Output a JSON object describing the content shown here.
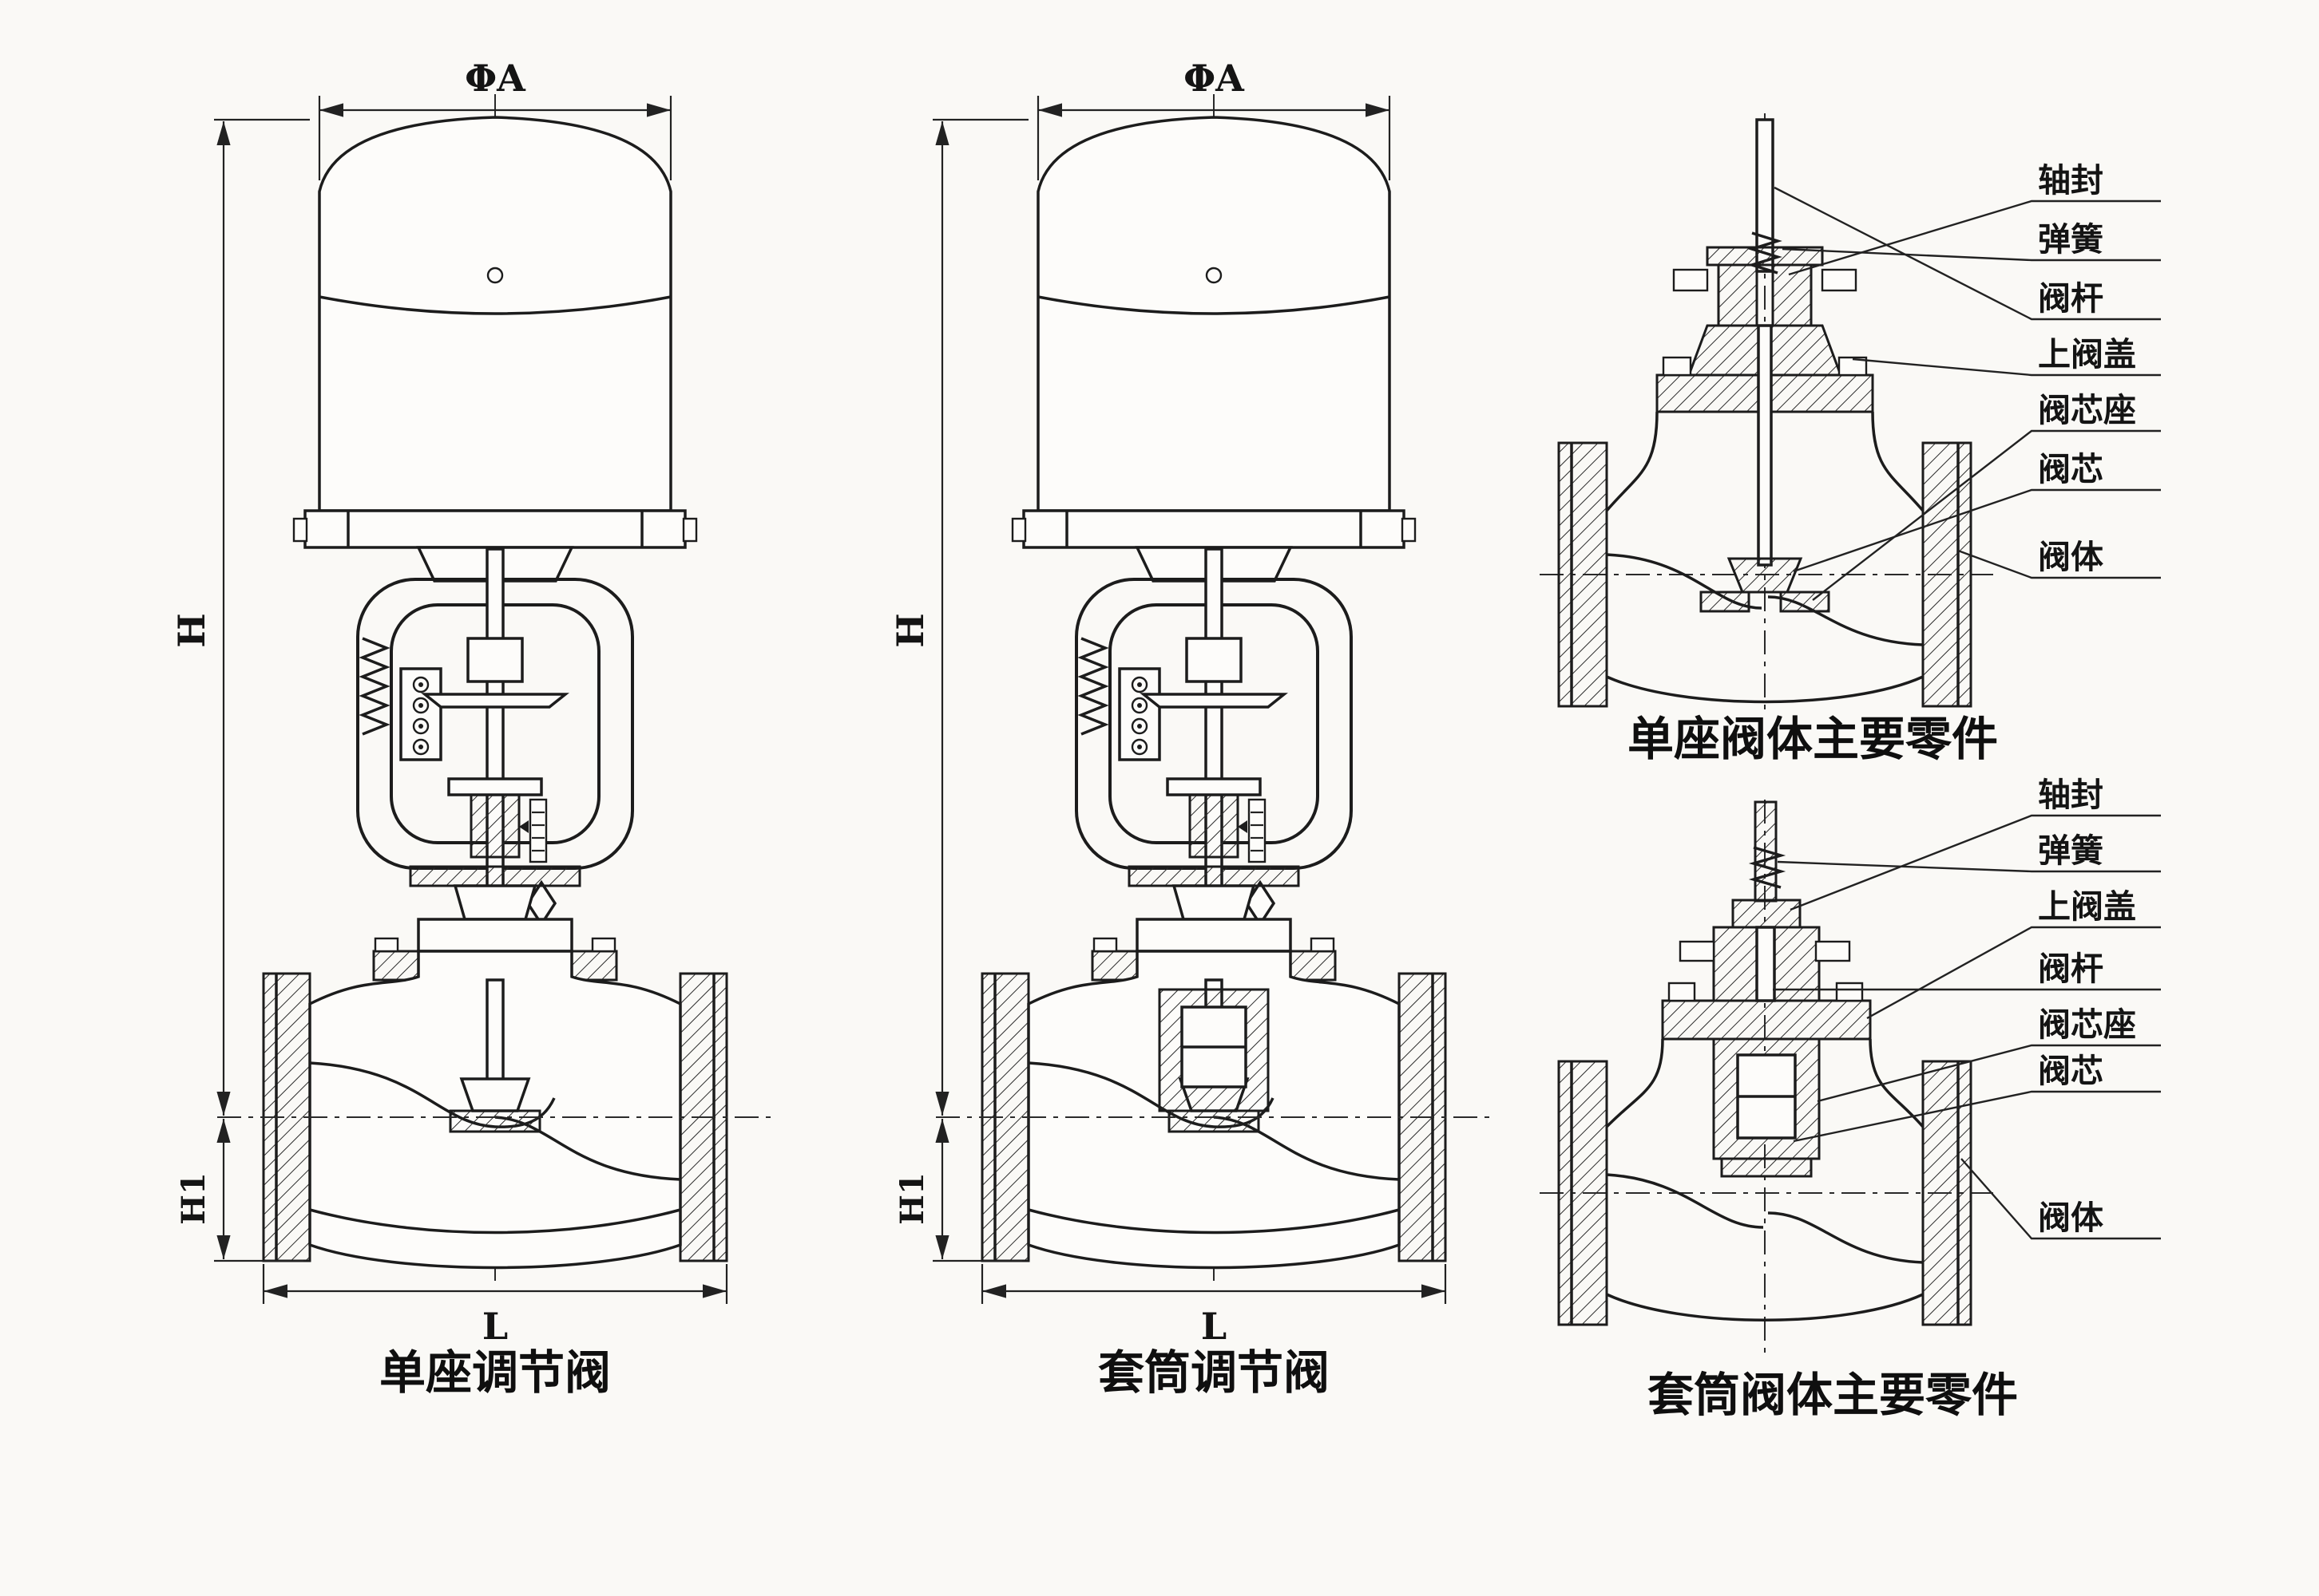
{
  "colors": {
    "ink": "#1c1c1c",
    "background": "#faf9f6"
  },
  "left_valve": {
    "title": "单座调节阀",
    "dim_phi_a": "ΦA",
    "dim_h": "H",
    "dim_h1": "H1",
    "dim_l": "L"
  },
  "middle_valve": {
    "title": "套筒调节阀",
    "dim_phi_a": "ΦA",
    "dim_h": "H",
    "dim_h1": "H1",
    "dim_l": "L"
  },
  "single_seat_parts": {
    "title": "单座阀体主要零件",
    "labels": {
      "shaft_seal": "轴封",
      "spring": "弹簧",
      "valve_stem": "阀杆",
      "upper_bonnet": "上阀盖",
      "plug_seat": "阀芯座",
      "plug": "阀芯",
      "valve_body": "阀体"
    }
  },
  "cage_parts": {
    "title": "套筒阀体主要零件",
    "labels": {
      "shaft_seal": "轴封",
      "spring": "弹簧",
      "upper_bonnet": "上阀盖",
      "valve_stem": "阀杆",
      "plug_seat": "阀芯座",
      "plug": "阀芯",
      "valve_body": "阀体"
    }
  }
}
